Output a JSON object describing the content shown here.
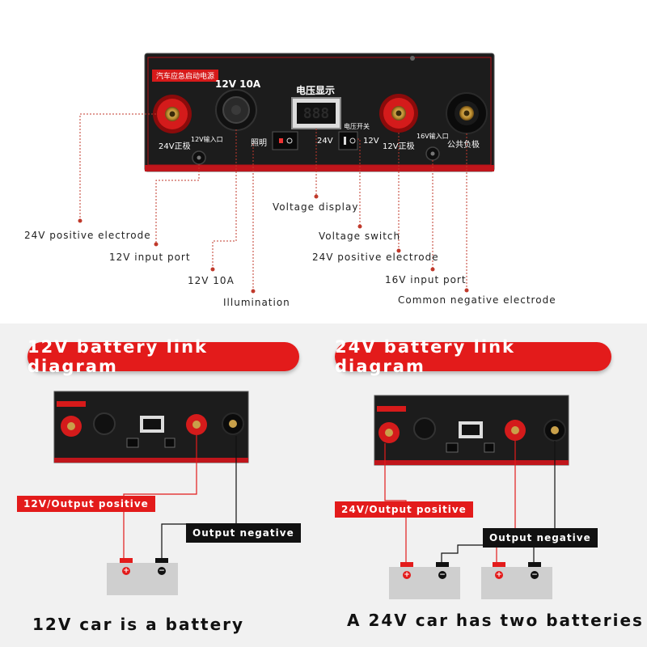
{
  "panel": {
    "brand_label": "汽车应急启动电源",
    "port_12v10a_label": "12V 10A",
    "voltage_display_label": "电压显示",
    "display_digits": "888",
    "label_24v_pos": "24V正极",
    "label_12v_input": "12V输入口",
    "label_light": "照明",
    "label_24v": "24V",
    "label_switch": "电压开关",
    "label_12v": "12V",
    "label_12v_pos": "12V正极",
    "label_16v_input": "16V输入口",
    "label_common_neg": "公共负极"
  },
  "callouts": {
    "pos24_left": "24V positive electrode",
    "input12": "12V input port",
    "port12v10a": "12V 10A",
    "illumination": "Illumination",
    "voltage_display": "Voltage display",
    "voltage_switch": "Voltage switch",
    "pos24_right": "24V positive electrode",
    "input16": "16V input port",
    "common_neg": "Common negative electrode"
  },
  "diagram12": {
    "title": "12V battery link diagram",
    "output_positive": "12V/Output positive",
    "output_negative": "Output negative",
    "caption": "12V car is a battery"
  },
  "diagram24": {
    "title": "24V battery link diagram",
    "output_positive": "24V/Output positive",
    "output_negative": "Output negative",
    "caption": "A 24V car has two batteries"
  },
  "colors": {
    "accent_red": "#e31b1b",
    "panel_dark": "#1c1c1c",
    "callout_line": "#c0392b"
  }
}
